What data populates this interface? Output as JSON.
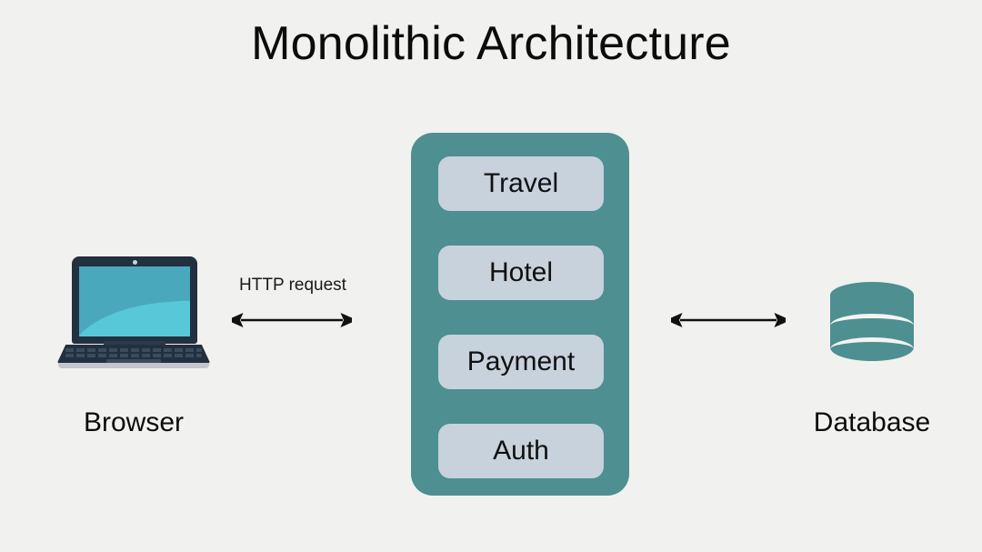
{
  "page": {
    "title": "Monolithic Architecture",
    "background_color": "#f1f1ef"
  },
  "colors": {
    "teal": "#4e8f91",
    "module_fill": "#c8d2dc",
    "laptop_body": "#22303f",
    "screen_top": "#4aa8bd",
    "screen_wave": "#57c8d8",
    "text": "#0c0c0c",
    "arrow": "#111111"
  },
  "monolith": {
    "name": "monolith-container",
    "modules": [
      {
        "label": "Travel"
      },
      {
        "label": "Hotel"
      },
      {
        "label": "Payment"
      },
      {
        "label": "Auth"
      }
    ]
  },
  "browser": {
    "caption": "Browser",
    "icon": "laptop-icon"
  },
  "database": {
    "caption": "Database",
    "icon": "database-cylinder-icon"
  },
  "connections": [
    {
      "id": "browser-to-monolith",
      "label": "HTTP request",
      "arrow": "double-headed-arrow"
    },
    {
      "id": "monolith-to-database",
      "label": "",
      "arrow": "double-headed-arrow"
    }
  ]
}
